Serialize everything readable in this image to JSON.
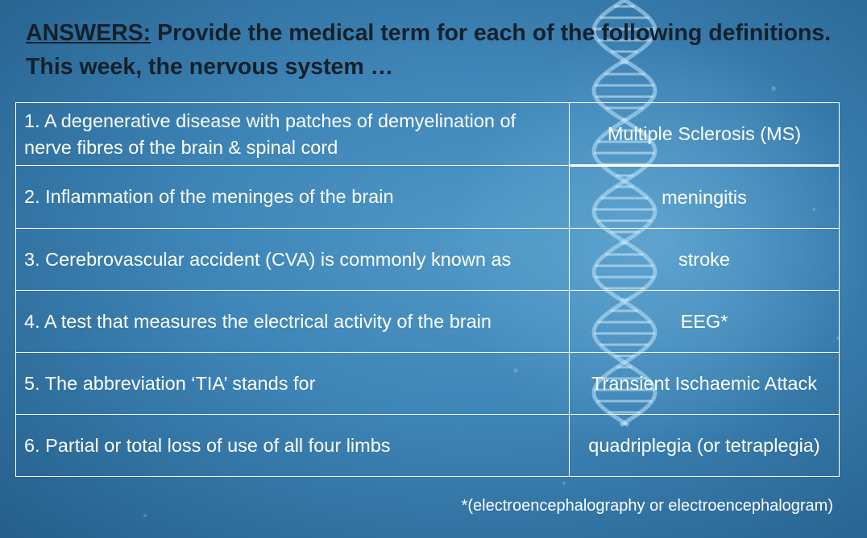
{
  "heading": {
    "prefix": "ANSWERS:",
    "line1_rest": " Provide the medical term for each of the following definitions.",
    "line2": "This week, the nervous system …"
  },
  "rows": [
    {
      "question": "1. A degenerative disease with patches of demyelination of nerve fibres of the brain & spinal cord",
      "answer": "Multiple Sclerosis (MS)"
    },
    {
      "question": "2. Inflammation of the meninges of the brain",
      "answer": "meningitis"
    },
    {
      "question": "3. Cerebrovascular accident (CVA) is commonly known as",
      "answer": "stroke"
    },
    {
      "question": "4. A test that measures the electrical activity of the brain",
      "answer": "EEG*"
    },
    {
      "question": "5. The abbreviation ‘TIA’ stands for",
      "answer": "Transient Ischaemic Attack"
    },
    {
      "question": "6. Partial or total loss of use of all four limbs",
      "answer": "quadriplegia (or tetraplegia)"
    }
  ],
  "footnote": "*(electroencephalography or electroencephalogram)",
  "colors": {
    "background": "#3f86b8",
    "text": "#ffffff",
    "heading_text": "#14202a"
  },
  "decoration": {
    "background_image": "dna-helix"
  }
}
